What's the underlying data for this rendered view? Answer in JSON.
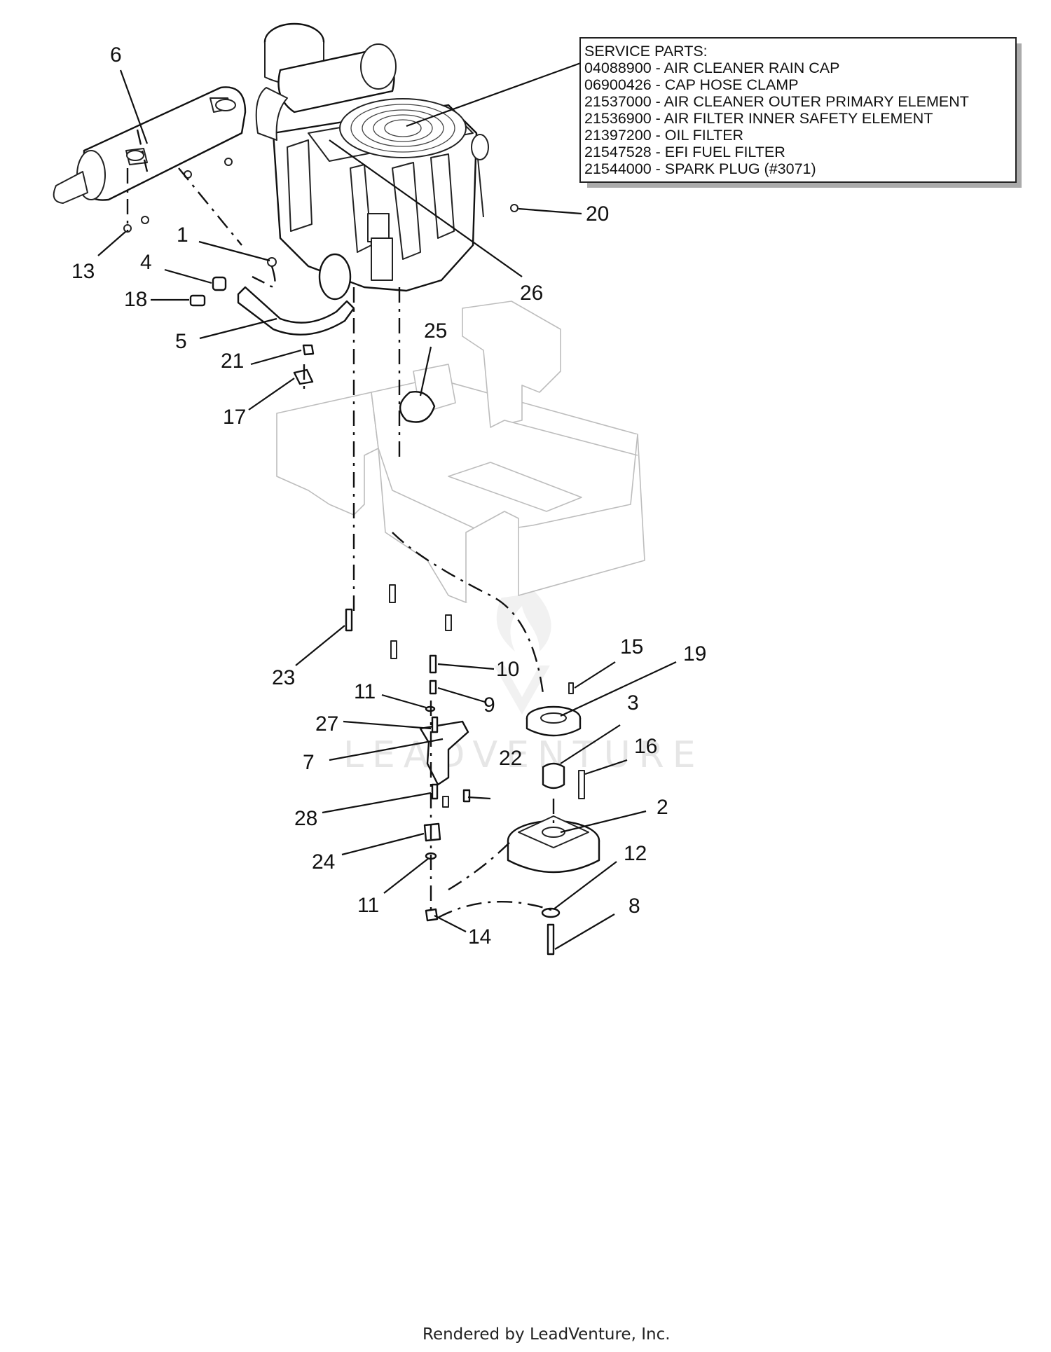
{
  "service_parts": {
    "heading": "SERVICE PARTS:",
    "items": [
      "04088900 - AIR CLEANER RAIN CAP",
      "06900426 - CAP HOSE CLAMP",
      "21537000 - AIR CLEANER OUTER PRIMARY ELEMENT",
      "21536900 - AIR FILTER INNER SAFETY ELEMENT",
      "21397200 - OIL FILTER",
      "21547528 - EFI FUEL FILTER",
      "21544000 - SPARK PLUG (#3071)"
    ]
  },
  "callouts": [
    "6",
    "1",
    "4",
    "18",
    "13",
    "5",
    "21",
    "17",
    "25",
    "20",
    "26",
    "23",
    "10",
    "9",
    "11",
    "27",
    "7",
    "28",
    "24",
    "11",
    "14",
    "15",
    "19",
    "3",
    "22",
    "16",
    "2",
    "12",
    "8"
  ],
  "watermark": "LEADVENTURE",
  "footer": "Rendered by LeadVenture, Inc."
}
